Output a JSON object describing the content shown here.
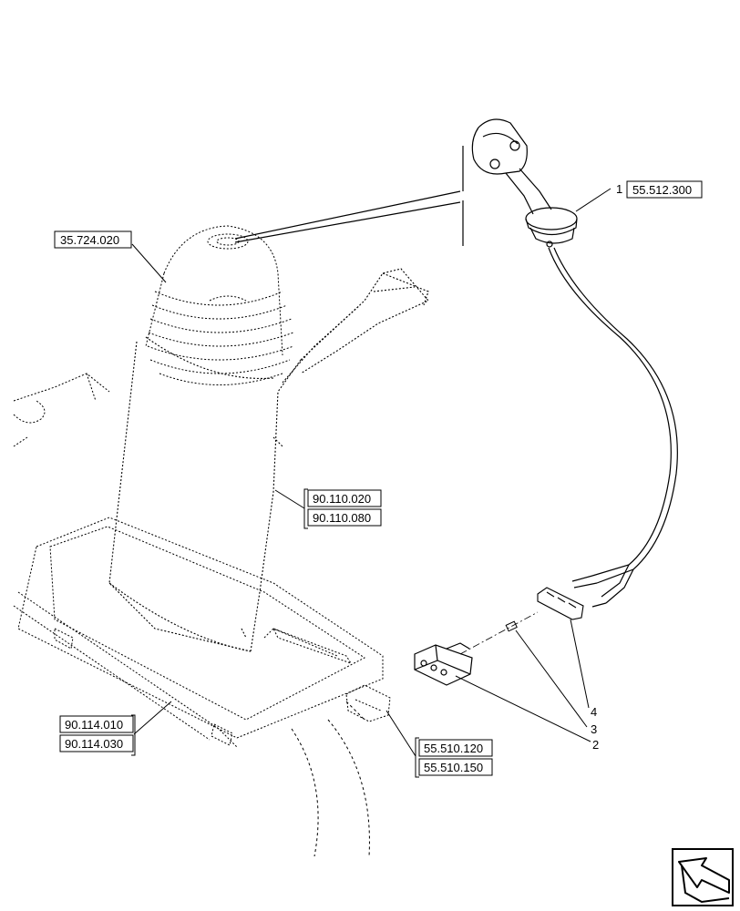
{
  "references": {
    "r_35_724_020": "35.724.020",
    "r_55_512_300": "55.512.300",
    "r_90_110_020": "90.110.020",
    "r_90_110_080": "90.110.080",
    "r_90_114_010": "90.114.010",
    "r_90_114_030": "90.114.030",
    "r_55_510_120": "55.510.120",
    "r_55_510_150": "55.510.150"
  },
  "callouts": {
    "c1": "1",
    "c2": "2",
    "c3": "3",
    "c4": "4"
  },
  "nav_icon": "next-page-arrow-icon"
}
